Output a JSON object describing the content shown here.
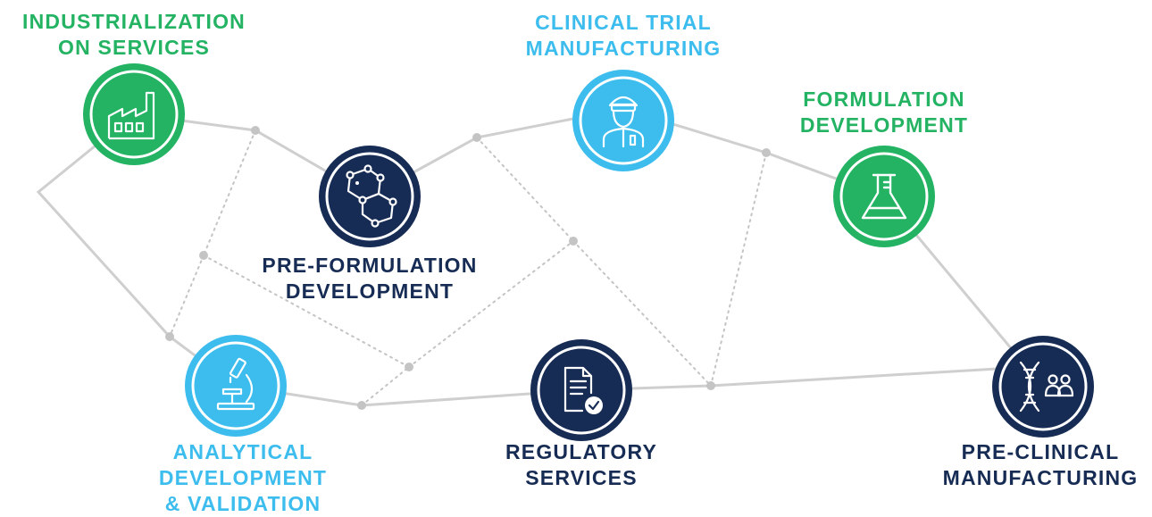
{
  "colors": {
    "green": "#23b363",
    "light_blue": "#3dbdee",
    "navy": "#172c54",
    "connector": "#cfcfcf"
  },
  "nodes": [
    {
      "id": "industrialization",
      "icon": "factory-icon",
      "color": "green",
      "label": [
        "INDUSTRIALIZATION",
        "ON SERVICES"
      ]
    },
    {
      "id": "pre-formulation",
      "icon": "molecule-icon",
      "color": "navy",
      "label": [
        "PRE-FORMULATION",
        "DEVELOPMENT"
      ]
    },
    {
      "id": "clinical-trial",
      "icon": "scientist-icon",
      "color": "light_blue",
      "label": [
        "CLINICAL TRIAL",
        "MANUFACTURING"
      ]
    },
    {
      "id": "formulation",
      "icon": "flask-icon",
      "color": "green",
      "label": [
        "FORMULATION",
        "DEVELOPMENT"
      ]
    },
    {
      "id": "analytical",
      "icon": "microscope-icon",
      "color": "light_blue",
      "label": [
        "ANALYTICAL",
        "DEVELOPMENT",
        "& VALIDATION"
      ]
    },
    {
      "id": "regulatory",
      "icon": "document-check-icon",
      "color": "navy",
      "label": [
        "REGULATORY",
        "SERVICES"
      ]
    },
    {
      "id": "pre-clinical",
      "icon": "dna-people-icon",
      "color": "navy",
      "label": [
        "PRE-CLINICAL",
        "MANUFACTURING"
      ]
    }
  ]
}
